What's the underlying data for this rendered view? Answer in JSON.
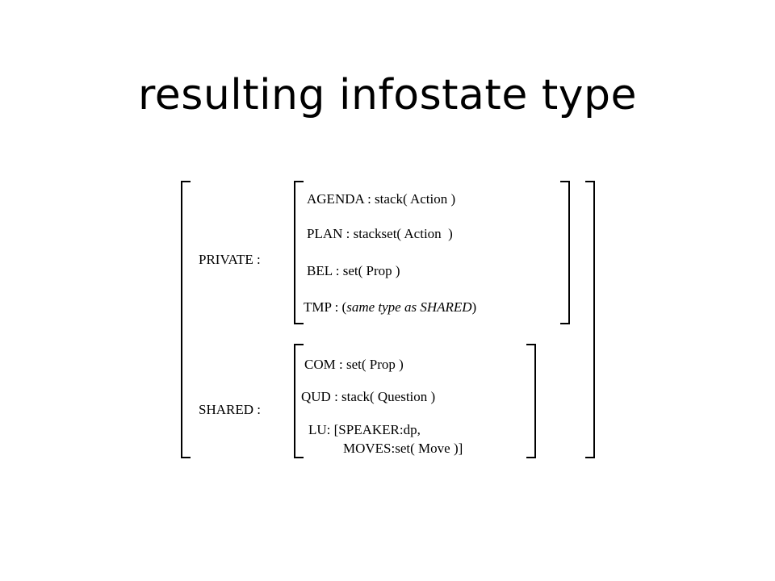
{
  "title": "resulting infostate type",
  "private": {
    "label": "PRIVATE :",
    "agenda": "AGENDA : stack( Action )",
    "plan": "PLAN : stackset( Action  )",
    "bel": "BEL : set( Prop )",
    "tmp_prefix": "TMP : (",
    "tmp_italic": "same type as SHARED",
    "tmp_suffix": ")"
  },
  "shared": {
    "label": "SHARED :",
    "com": "COM : set( Prop )",
    "qud": "QUD : stack( Question )",
    "lu_line1": "LU: [SPEAKER:dp,",
    "lu_line2": "MOVES:set( Move )]"
  }
}
